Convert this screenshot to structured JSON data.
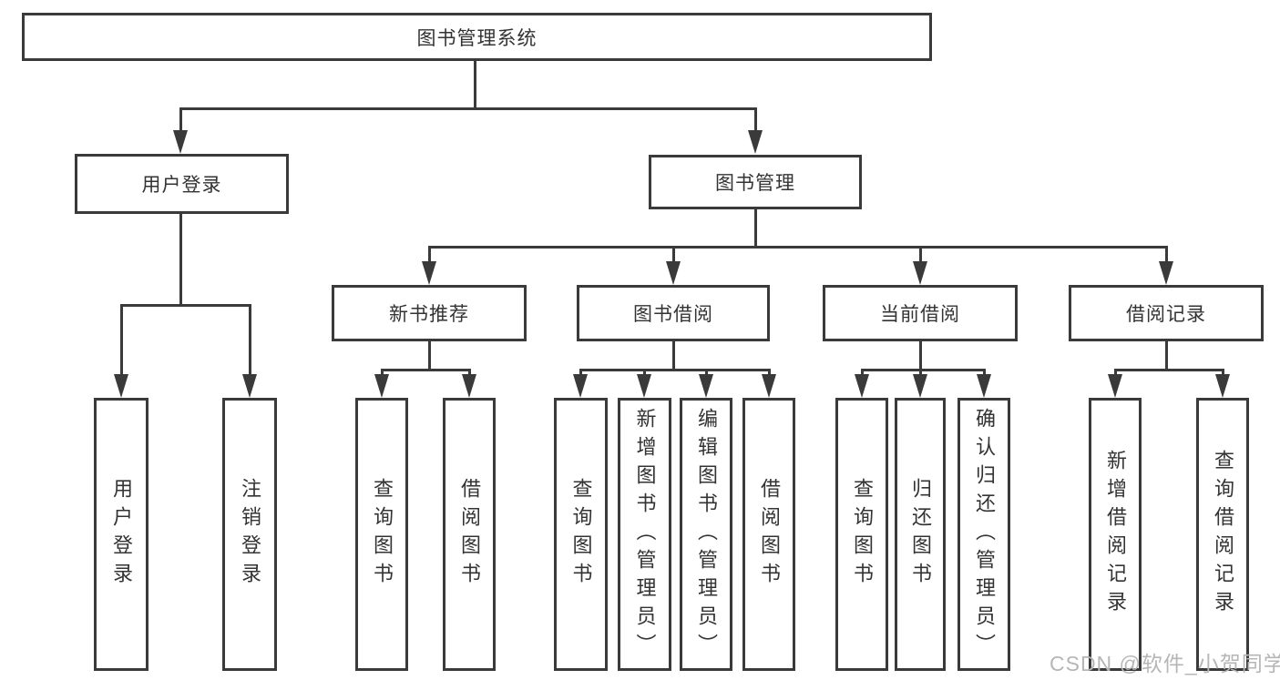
{
  "nodes": {
    "root": "图书管理系统",
    "user_login": "用户登录",
    "book_management": "图书管理",
    "new_book_recommend": "新书推荐",
    "book_borrow": "图书借阅",
    "current_borrow": "当前借阅",
    "borrow_records": "借阅记录"
  },
  "leaves": {
    "user_login_group": [
      "用户登录",
      "注销登录"
    ],
    "new_book_group": [
      "查询图书",
      "借阅图书"
    ],
    "book_borrow_group": [
      "查询图书",
      "新增图书（管理员）",
      "编辑图书（管理员）",
      "借阅图书"
    ],
    "current_borrow_group": [
      "查询图书",
      "归还图书",
      "确认归还（管理员）"
    ],
    "records_group": [
      "新增借阅记录",
      "查询借阅记录"
    ]
  },
  "watermark": {
    "text": "CSDN @软件_小贺同学"
  },
  "colors": {
    "line": "#3a3a3a",
    "box_border": "#3a3a3a",
    "text": "#333333",
    "watermark": "#b6b6b6",
    "background": "#ffffff"
  }
}
